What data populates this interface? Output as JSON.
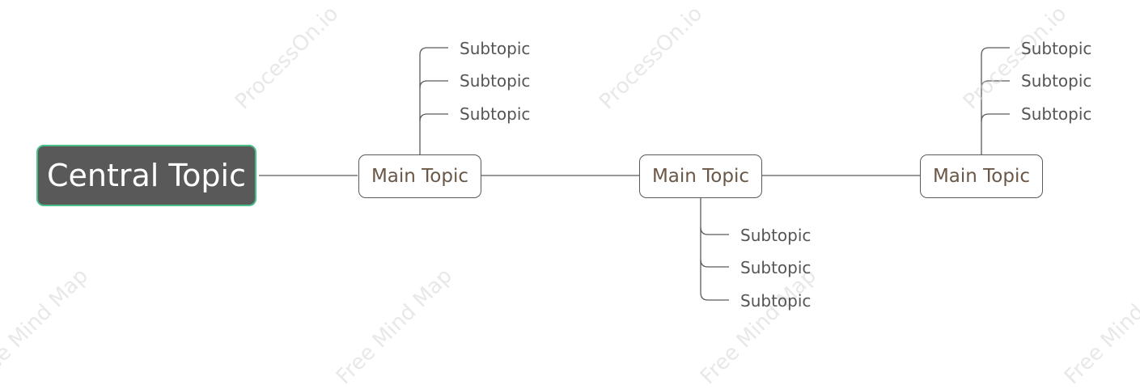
{
  "watermark": {
    "domain": "ProcessOn.io",
    "product": "Free Mind Map"
  },
  "central_topic": "Central Topic",
  "main_topics": [
    {
      "label": "Main Topic",
      "subtopics": [
        "Subtopic",
        "Subtopic",
        "Subtopic"
      ]
    },
    {
      "label": "Main Topic",
      "subtopics": [
        "Subtopic",
        "Subtopic",
        "Subtopic"
      ]
    },
    {
      "label": "Main Topic",
      "subtopics": [
        "Subtopic",
        "Subtopic",
        "Subtopic"
      ]
    }
  ],
  "colors": {
    "central_fill": "#595959",
    "central_border": "#4bbf8a",
    "main_text": "#6a5746",
    "line": "#5a5a5a"
  }
}
